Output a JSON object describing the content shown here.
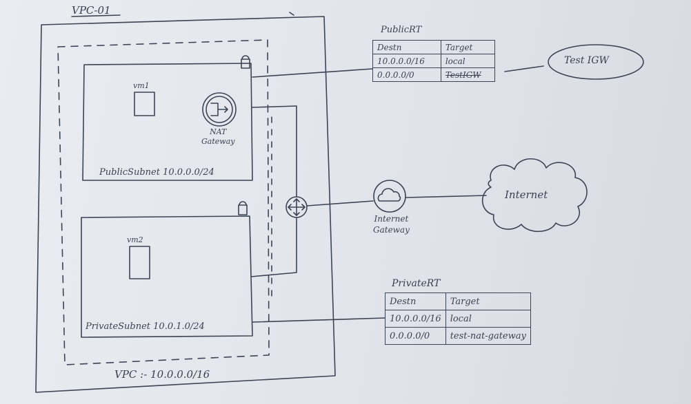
{
  "vpc": {
    "name": "VPC-01",
    "cidr_label": "VPC :-   10.0.0.0/16"
  },
  "subnets": {
    "public": {
      "label": "PublicSubnet   10.0.0.0/24",
      "vm": "vm1"
    },
    "private": {
      "label": "PrivateSubnet   10.0.1.0/24",
      "vm": "vm2"
    }
  },
  "nat_gateway": {
    "line1": "NAT",
    "line2": "Gateway"
  },
  "internet_gateway": {
    "line1": "Internet",
    "line2": "Gateway"
  },
  "internet": {
    "label": "Internet"
  },
  "test_igw": {
    "label": "Test IGW"
  },
  "public_rt": {
    "title": "PublicRT",
    "headers": [
      "Destn",
      "Target"
    ],
    "rows": [
      [
        "10.0.0.0/16",
        "local"
      ],
      [
        "0.0.0.0/0",
        "TestIGW"
      ]
    ]
  },
  "private_rt": {
    "title": "PrivateRT",
    "headers": [
      "Destn",
      "Target"
    ],
    "rows": [
      [
        "10.0.0.0/16",
        "local"
      ],
      [
        "0.0.0.0/0",
        "test-nat-gateway"
      ]
    ]
  },
  "colors": {
    "ink": "#3c4352",
    "paper": "#e5e8ed"
  }
}
